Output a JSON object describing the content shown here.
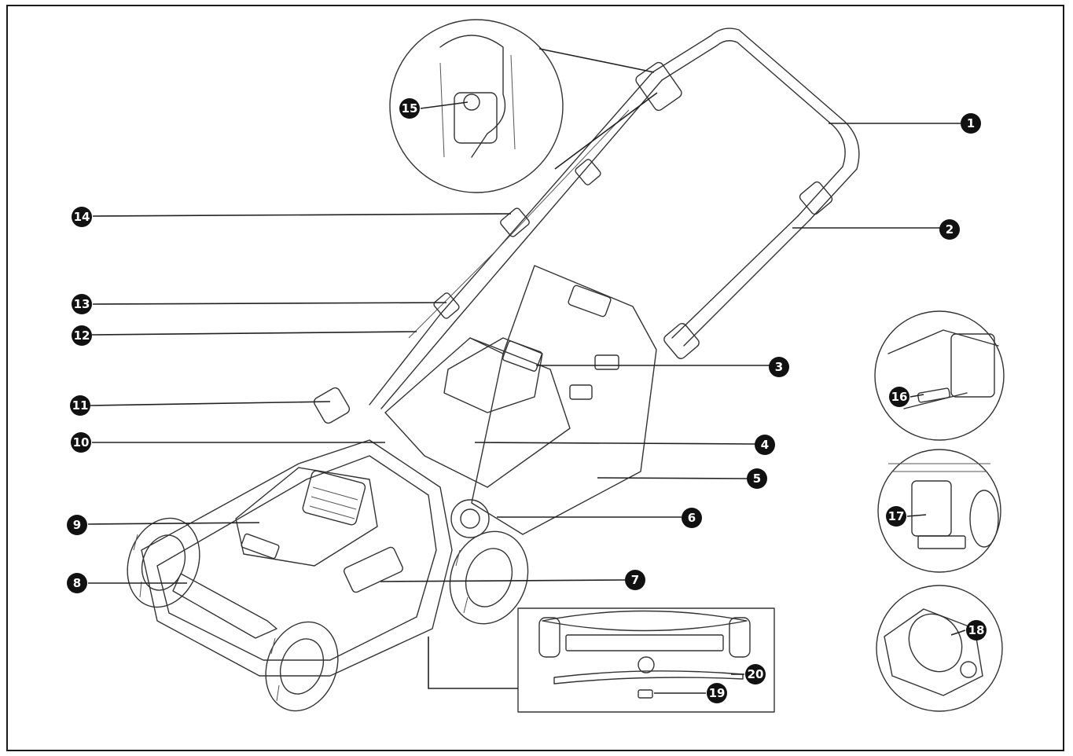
{
  "diagram": {
    "subject": "lawn-mower-parts-overview",
    "callouts": [
      {
        "id": "1",
        "label": "1"
      },
      {
        "id": "2",
        "label": "2"
      },
      {
        "id": "3",
        "label": "3"
      },
      {
        "id": "4",
        "label": "4"
      },
      {
        "id": "5",
        "label": "5"
      },
      {
        "id": "6",
        "label": "6"
      },
      {
        "id": "7",
        "label": "7"
      },
      {
        "id": "8",
        "label": "8"
      },
      {
        "id": "9",
        "label": "9"
      },
      {
        "id": "10",
        "label": "10"
      },
      {
        "id": "11",
        "label": "11"
      },
      {
        "id": "12",
        "label": "12"
      },
      {
        "id": "13",
        "label": "13"
      },
      {
        "id": "14",
        "label": "14"
      },
      {
        "id": "15",
        "label": "15"
      },
      {
        "id": "16",
        "label": "16"
      },
      {
        "id": "17",
        "label": "17"
      },
      {
        "id": "18",
        "label": "18"
      },
      {
        "id": "19",
        "label": "19"
      },
      {
        "id": "20",
        "label": "20"
      }
    ],
    "colors": {
      "ink": "#222222",
      "badge": "#111111",
      "badge_text": "#ffffff",
      "paper": "#ffffff"
    }
  }
}
